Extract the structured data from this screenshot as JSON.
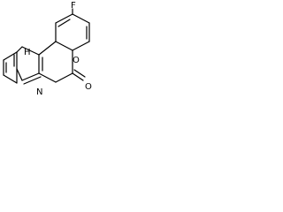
{
  "molecule": {
    "atoms": {
      "fluorine": "F",
      "ring_oxygen": "O",
      "carbonyl_oxygen": "O",
      "nh_nitrogen": "H",
      "imine_nitrogen": "N"
    }
  },
  "colors": {
    "background": "#ffffff",
    "bond": "#000000",
    "label": "#000000"
  }
}
